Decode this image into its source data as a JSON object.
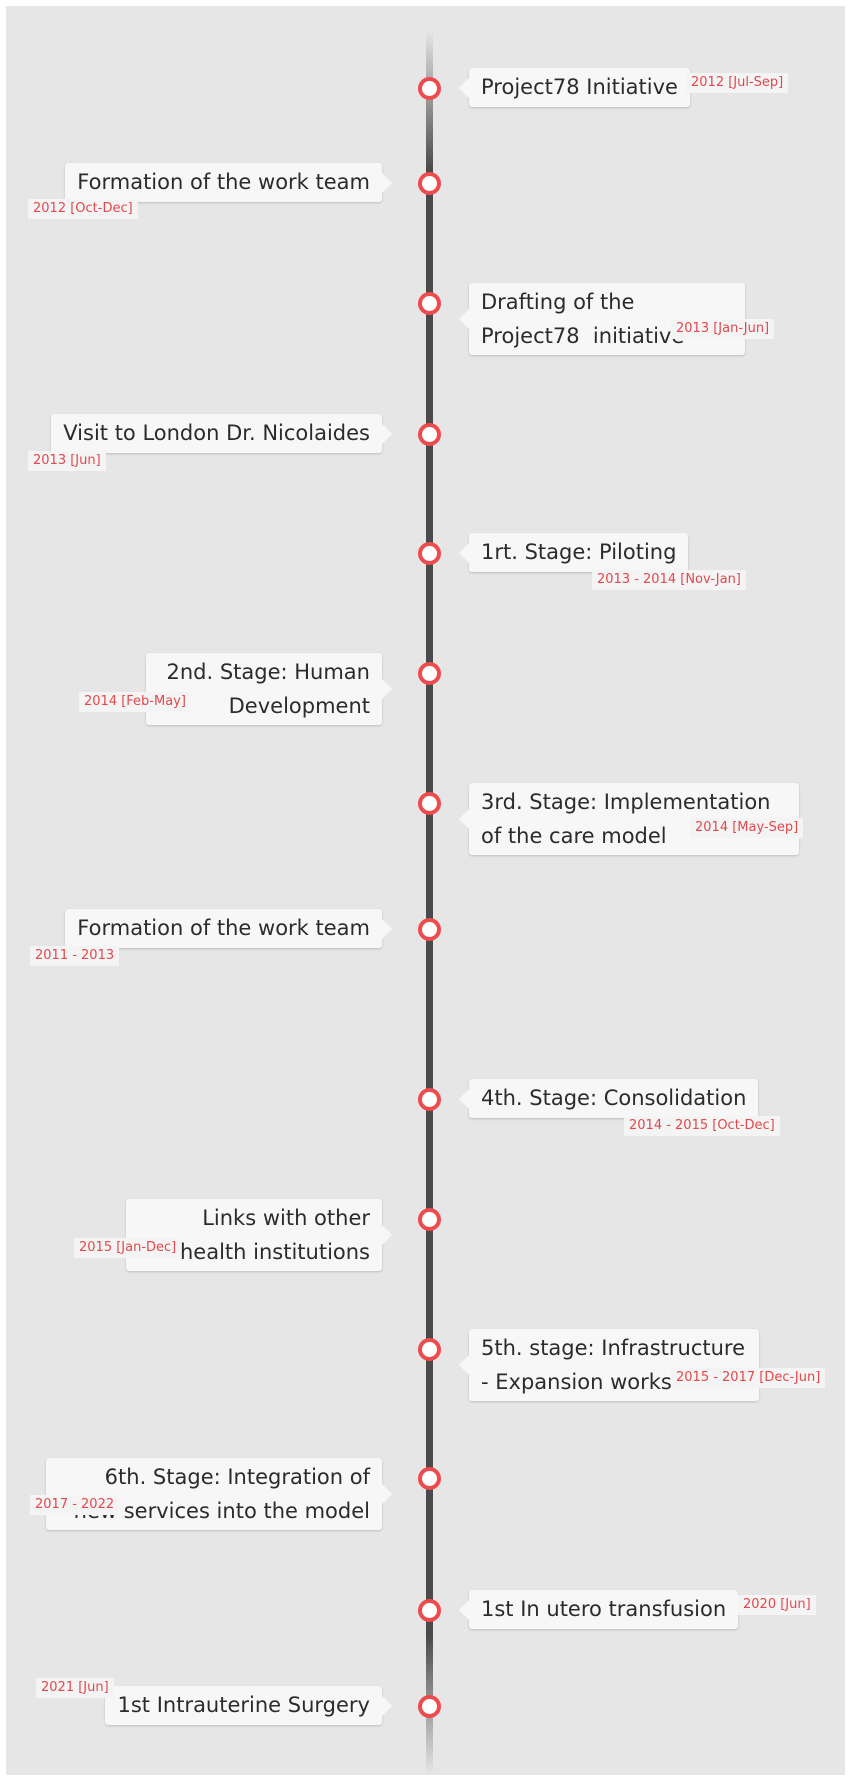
{
  "timeline": {
    "events": [
      {
        "title": "Project78 Initiative",
        "date": "2012 [Jul-Sep]",
        "side": "right"
      },
      {
        "title": "Formation of the work team",
        "date": "2012 [Oct-Dec]",
        "side": "left"
      },
      {
        "title": "Drafting of the Project78  initiative",
        "date": "2013 [Jan-Jun]",
        "side": "right"
      },
      {
        "title": "Visit to London Dr. Nicolaides",
        "date": "2013 [Jun]",
        "side": "left"
      },
      {
        "title": "1rt. Stage: Piloting",
        "date": "2013 - 2014 [Nov-Jan]",
        "side": "right"
      },
      {
        "title": "2nd. Stage: Human Development",
        "date": "2014 [Feb-May]",
        "side": "left"
      },
      {
        "title": "3rd. Stage: Implementation of the care model",
        "date": "2014 [May-Sep]",
        "side": "right"
      },
      {
        "title": "Formation of the work team",
        "date": "2011 - 2013",
        "side": "left"
      },
      {
        "title": "4th. Stage: Consolidation",
        "date": "2014 - 2015 [Oct-Dec]",
        "side": "right"
      },
      {
        "title": "Links with other health institutions",
        "date": "2015 [Jan-Dec]",
        "side": "left"
      },
      {
        "title": "5th. stage: Infrastructure - Expansion works",
        "date": "2015 - 2017 [Dec-Jun]",
        "side": "right"
      },
      {
        "title": "6th. Stage: Integration of new services into the model",
        "date": "2017 - 2022",
        "side": "left"
      },
      {
        "title": "1st In utero transfusion",
        "date": "2020 [Jun]",
        "side": "right"
      },
      {
        "title": "1st Intrauterine Surgery",
        "date": "2021 [Jun]",
        "side": "left"
      }
    ]
  },
  "colors": {
    "accent": "#ee4b4f",
    "spine": "#4a4a4a",
    "background": "#e6e6e6"
  }
}
